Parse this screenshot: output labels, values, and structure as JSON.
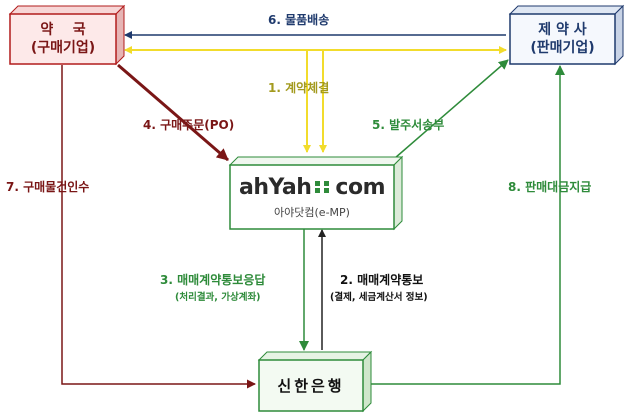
{
  "nodes": {
    "pharmacy": {
      "title": "약    국",
      "subtitle": "(구매기업)"
    },
    "pharma_company": {
      "title": "제 약 사",
      "subtitle": "(판매기업)"
    },
    "ahyah": {
      "logo_part1": "ahYah",
      "logo_part2": "com",
      "subtitle": "아야닷컴(e-MP)"
    },
    "bank": {
      "title": "신한은행"
    }
  },
  "flows": {
    "f1": "1. 계약체결",
    "f2": "2. 매매계약통보",
    "f2_sub": "(결제, 세금계산서 정보)",
    "f3": "3. 매매계약통보응답",
    "f3_sub": "(처리결과, 가상계좌)",
    "f4": "4. 구매주문(PO)",
    "f5": "5. 발주서송부",
    "f6": "6. 물품배송",
    "f7": "7. 구매물건인수",
    "f8": "8. 판매대금지급"
  },
  "colors": {
    "darkred": "#7a1616",
    "navy": "#1f3a6d",
    "green": "#2e8b3a",
    "yellow": "#f2dc2c",
    "olive": "#a39a1e"
  }
}
